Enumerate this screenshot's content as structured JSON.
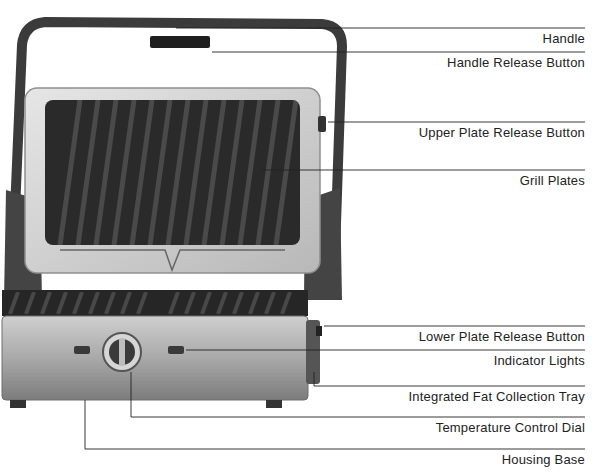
{
  "diagram": {
    "labels": [
      "Handle",
      "Handle Release Button",
      "Upper Plate Release Button",
      "Grill Plates",
      "Lower Plate Release Button",
      "Indicator Lights",
      "Integrated Fat Collection Tray",
      "Temperature Control Dial",
      "Housing Base"
    ]
  }
}
